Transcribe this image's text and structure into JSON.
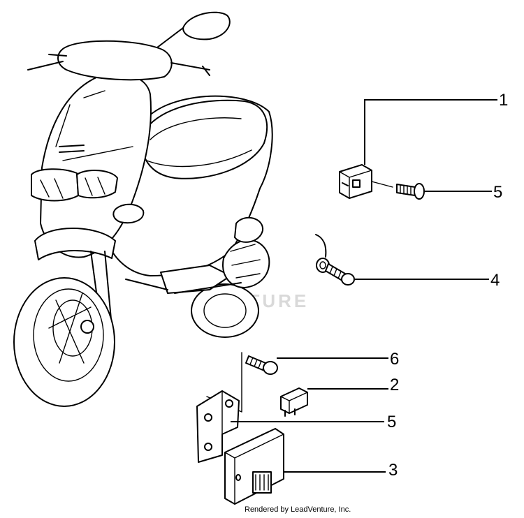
{
  "callouts": {
    "c1": "1",
    "c5_top": "5",
    "c4": "4",
    "c6": "6",
    "c2": "2",
    "c5_bottom": "5",
    "c3": "3"
  },
  "watermark": "VENTURE",
  "credit": "Rendered by LeadVenture, Inc."
}
